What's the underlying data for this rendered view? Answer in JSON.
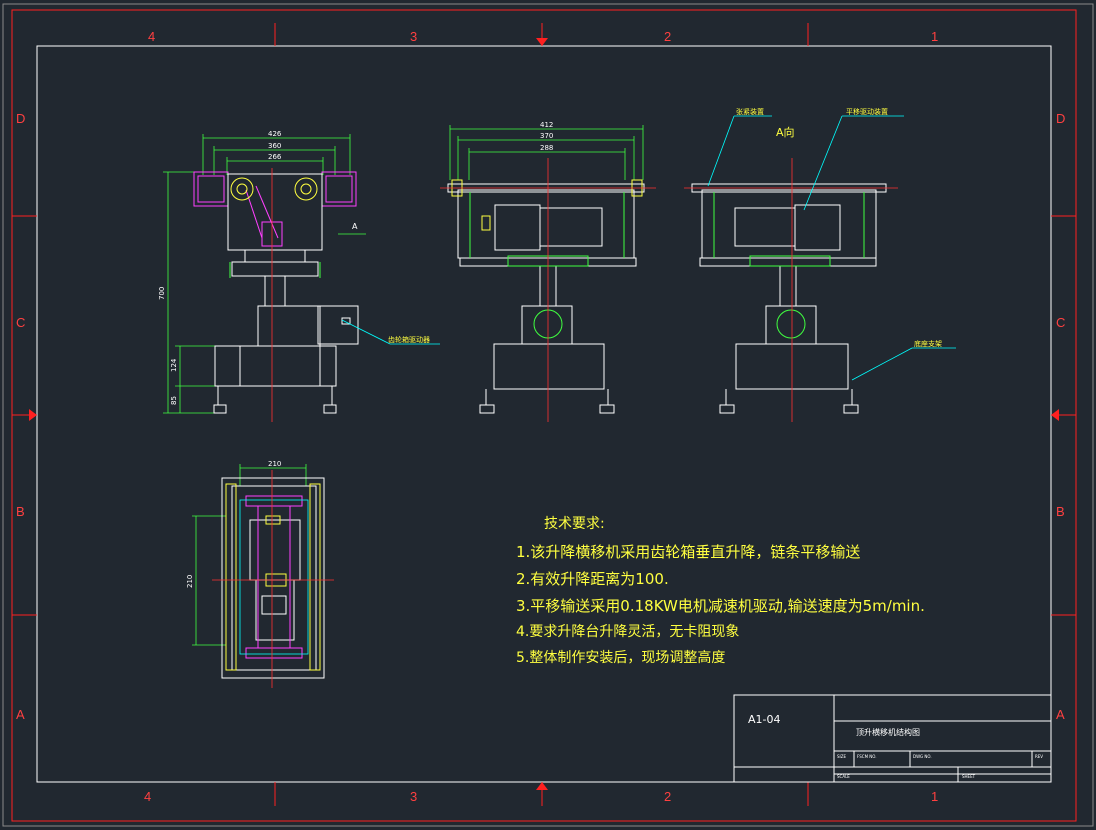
{
  "zones": {
    "cols": [
      "4",
      "3",
      "2",
      "1"
    ],
    "rows": [
      "D",
      "C",
      "B",
      "A"
    ]
  },
  "views": {
    "front": {
      "dims": [
        "426",
        "360",
        "266"
      ],
      "height_dims": [
        "700",
        "124",
        "85"
      ],
      "callout": "齿轮箱驱动器",
      "view_arrow": "A"
    },
    "side": {
      "dims": [
        "412",
        "370",
        "288"
      ]
    },
    "a_view": {
      "label": "A向",
      "callouts": [
        "张紧装置",
        "平移驱动装置",
        "底座支架"
      ]
    },
    "top": {
      "dims": [
        "210",
        "210"
      ]
    }
  },
  "notes": {
    "heading": "技术要求:",
    "items": [
      "1.该升降横移机采用齿轮箱垂直升降，链条平移输送",
      "2.有效升降距离为100.",
      "3.平移输送采用0.18KW电机减速机驱动,输送速度为5m/min.",
      "4.要求升降台升降灵活，无卡阻现象",
      "5.整体制作安装后，现场调整高度"
    ]
  },
  "title_block": {
    "drawing_no": "A1-04",
    "title": "顶升横移机结构图",
    "small_labels": [
      "SIZE",
      "FSCM NO.",
      "DWG NO.",
      "REV",
      "SCALE",
      "SHEET"
    ]
  },
  "colors": {
    "background": "#212830",
    "border": "#ff2020",
    "frame": "#ffffff",
    "center_line": "#ff3030",
    "part_outline": "#ffffff",
    "chain": "#ff40ff",
    "guide": "#40ff40",
    "dimension": "#40ff40",
    "leader": "#00ffff",
    "note_text": "#ffff40"
  }
}
